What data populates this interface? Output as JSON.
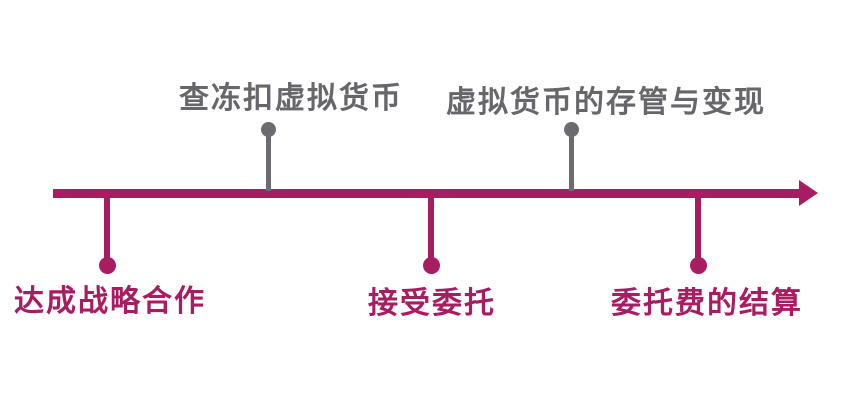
{
  "diagram": {
    "type": "timeline",
    "colors": {
      "accent": "#a81c62",
      "gray_marker": "#6b6b70",
      "gray_text": "#66666b",
      "background": "#ffffff"
    },
    "top_events": [
      {
        "label": "查冻扣虚拟货币"
      },
      {
        "label": "虚拟货币的存管与变现"
      }
    ],
    "bottom_events": [
      {
        "label": "达成战略合作"
      },
      {
        "label": "接受委托"
      },
      {
        "label": "委托费的结算"
      }
    ]
  }
}
